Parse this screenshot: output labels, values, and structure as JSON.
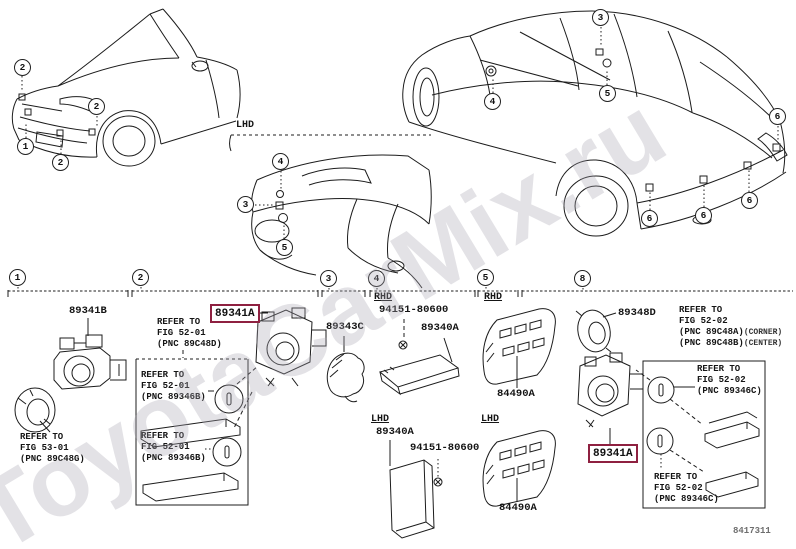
{
  "watermark": "ToyotaCarMix.ru",
  "figure_code": "8417311",
  "colors": {
    "highlight_box": "#8e2040",
    "line": "#1c1c1c"
  },
  "overview": {
    "dash_region_label": "LHD",
    "front_callouts": [
      "2",
      "1",
      "2",
      "2"
    ],
    "dash_callouts": [
      "4",
      "3",
      "5"
    ],
    "rear_callouts": [
      "3",
      "5",
      "4",
      "6",
      "6",
      "6",
      "6"
    ]
  },
  "band": {
    "numbers": [
      "1",
      "2",
      "3",
      "4",
      "5",
      "8"
    ]
  },
  "sections": {
    "s1": {
      "part": "89341B",
      "refer": [
        "REFER TO",
        "FIG 53-01",
        "(PNC 89C48G)"
      ]
    },
    "s2": {
      "part": "89341A",
      "refer_top": [
        "REFER TO",
        "FIG 52-01",
        "(PNC 89C48D)"
      ],
      "refer_box_upper": [
        "REFER TO",
        "FIG 52-01",
        "(PNC 89346B)"
      ],
      "refer_box_lower": [
        "REFER TO",
        "FIG 52-01",
        "(PNC 89346B)"
      ]
    },
    "s3": {
      "part": "89343C"
    },
    "s4": {
      "rhd_label": "RHD",
      "lhd_label": "LHD",
      "rhd_screw": "94151-80600",
      "rhd_part": "89340A",
      "lhd_part": "89340A",
      "lhd_screw": "94151-80600"
    },
    "s5": {
      "rhd_label": "RHD",
      "lhd_label": "LHD",
      "rhd_part": "84490A",
      "lhd_part": "84490A"
    },
    "s8": {
      "retainer_part": "89348D",
      "part": "89341A",
      "refer_top": [
        "REFER TO",
        "FIG 52-02",
        "(PNC 89C48A)",
        "(CORNER)",
        "(PNC 89C48B)",
        "(CENTER)"
      ],
      "refer_box_upper": [
        "REFER TO",
        "FIG 52-02",
        "(PNC 89346C)"
      ],
      "refer_box_lower": [
        "REFER TO",
        "FIG 52-02",
        "(PNC 89346C)"
      ]
    }
  }
}
